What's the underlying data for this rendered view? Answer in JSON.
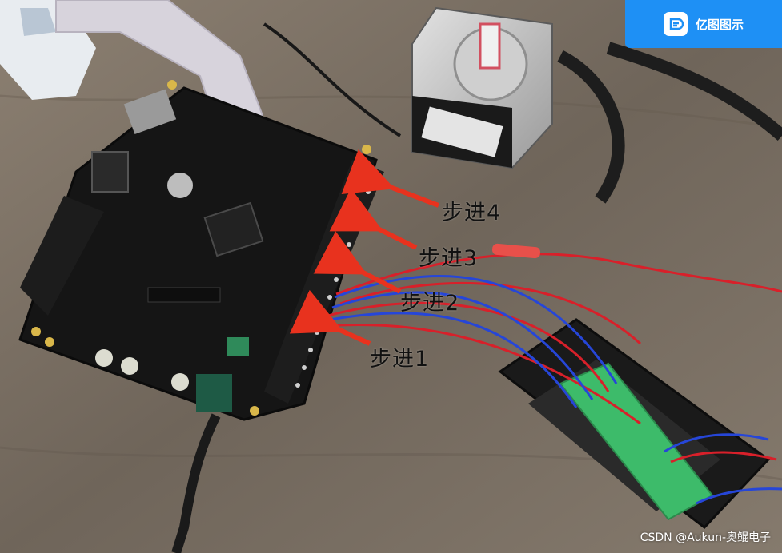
{
  "badge": {
    "text": "亿图图示",
    "color": "#1e90f5"
  },
  "labels": [
    {
      "text": "步进4"
    },
    {
      "text": "步进3"
    },
    {
      "text": "步进2"
    },
    {
      "text": "步进1"
    }
  ],
  "credit": "CSDN @Aukun-奥鲲电子",
  "colors": {
    "arrow": "#e8321e",
    "wire_red": "#d8202a",
    "wire_blue": "#2646d8",
    "terminal_green": "#3dbb6a",
    "board": "#151515",
    "table": "#7a6e62"
  },
  "photo_subjects": [
    "development-board",
    "stepper-motor",
    "stepper-driver",
    "ribbon-cable",
    "dc-power-cable"
  ]
}
